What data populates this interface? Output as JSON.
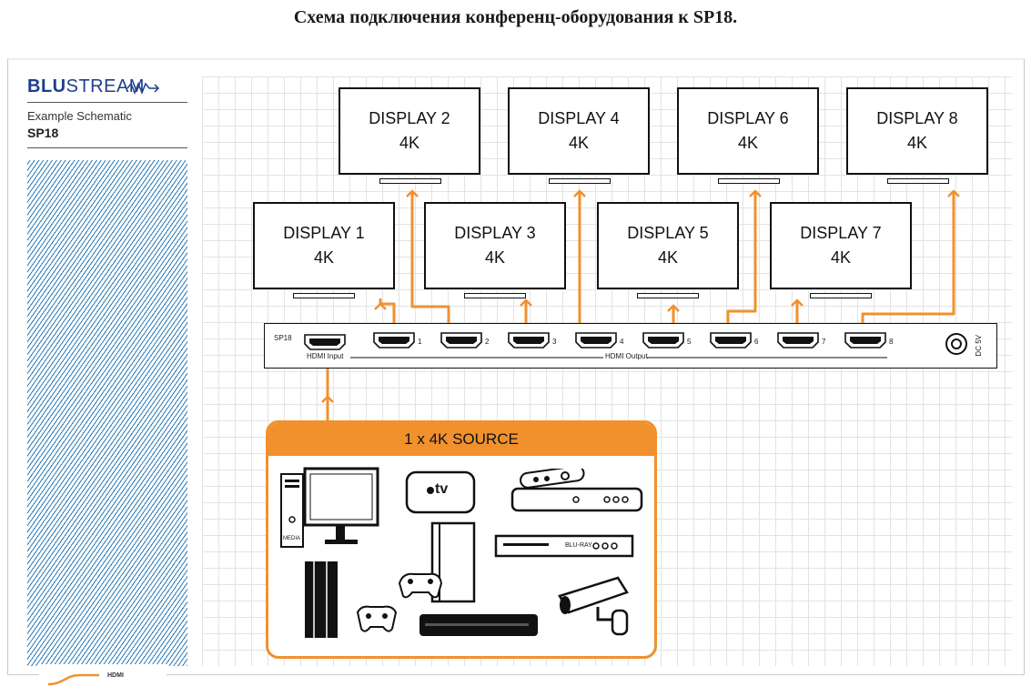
{
  "page_title": "Схема подключения конференц-оборудования к SP18.",
  "sidebar": {
    "logo_bold": "BLU",
    "logo_light": "STREAM",
    "subtitle": "Example Schematic",
    "model": "SP18",
    "legend_label": "HDMI"
  },
  "displays": [
    {
      "name": "DISPLAY 1",
      "res": "4K"
    },
    {
      "name": "DISPLAY 2",
      "res": "4K"
    },
    {
      "name": "DISPLAY 3",
      "res": "4K"
    },
    {
      "name": "DISPLAY 4",
      "res": "4K"
    },
    {
      "name": "DISPLAY 5",
      "res": "4K"
    },
    {
      "name": "DISPLAY 6",
      "res": "4K"
    },
    {
      "name": "DISPLAY 7",
      "res": "4K"
    },
    {
      "name": "DISPLAY 8",
      "res": "4K"
    }
  ],
  "device": {
    "label": "SP18",
    "input_caption": "HDMI Input",
    "output_caption": "HDMI Output",
    "port_numbers": [
      "1",
      "2",
      "3",
      "4",
      "5",
      "6",
      "7",
      "8"
    ],
    "power_label": "DC 5V"
  },
  "source": {
    "title": "1 x 4K SOURCE",
    "devices": [
      "MEDIA",
      "tv",
      "BLU-RAY"
    ]
  },
  "colors": {
    "hdmi_cable": "#f0912e",
    "brand_blue": "#1f3f8a",
    "hatch_blue": "#2a78b4"
  }
}
